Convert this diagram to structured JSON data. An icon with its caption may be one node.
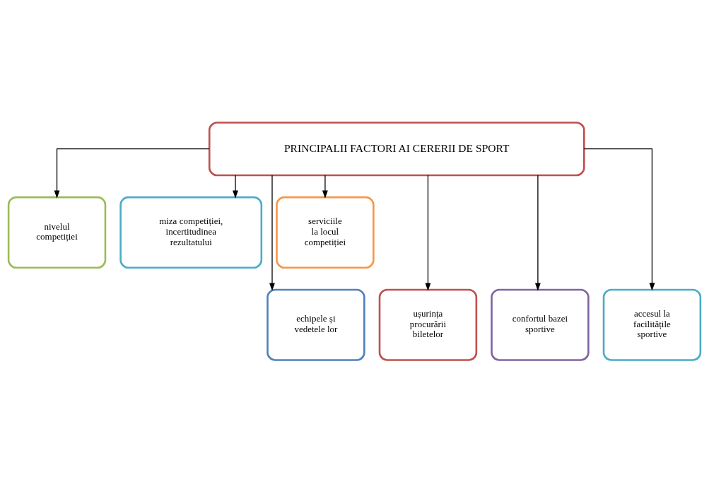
{
  "diagram": {
    "nodes": [
      {
        "text": [
          "PRINCIPALII FACTORI AI CERERII DE SPORT"
        ]
      },
      {
        "text": [
          "nivelul competiției"
        ]
      },
      {
        "text": [
          "miza competiției, incertitudinea rezultatului"
        ]
      },
      {
        "text": [
          "serviciile la locul competiției"
        ]
      },
      {
        "text": [
          "echipele și vedetele lor"
        ]
      },
      {
        "text": [
          "ușurința procurării biletelor"
        ]
      },
      {
        "text": [
          "confortul bazei sportive"
        ]
      },
      {
        "text": [
          "accesul la facilitățile sportive"
        ]
      }
    ],
    "edges": [
      {
        "from": 0,
        "to": 1,
        "arrow": "to"
      },
      {
        "from": 0,
        "to": 2,
        "arrow": "to"
      },
      {
        "from": 0,
        "to": 3,
        "arrow": "to"
      },
      {
        "from": 0,
        "to": 4,
        "arrow": "to"
      },
      {
        "from": 0,
        "to": 5,
        "arrow": "to"
      },
      {
        "from": 0,
        "to": 6,
        "arrow": "to"
      },
      {
        "from": 0,
        "to": 7,
        "arrow": "to"
      }
    ]
  }
}
